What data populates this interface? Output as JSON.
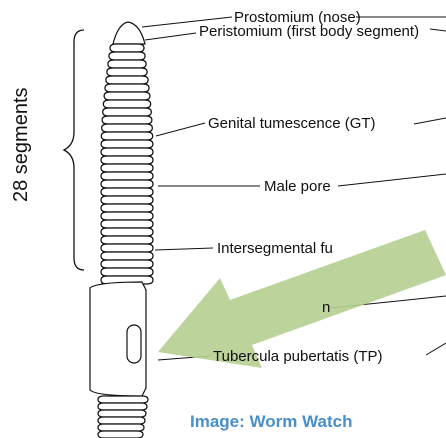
{
  "diagram": {
    "side_label": "28 segments",
    "labels": {
      "prostomium": "Prostomium (nose)",
      "peristomium": "Peristomium (first body segment)",
      "genital": "Genital tumescence (GT)",
      "male_pore": "Male pore",
      "intersegmental": "Intersegmental fu",
      "clitellum_partial": "n",
      "tuberculum": "Tubercula pubertatis (TP)"
    },
    "credit": "Image: Worm Watch",
    "colors": {
      "arrow": "#b6cf93",
      "credit": "#4a8fc9",
      "line": "#111111"
    }
  }
}
